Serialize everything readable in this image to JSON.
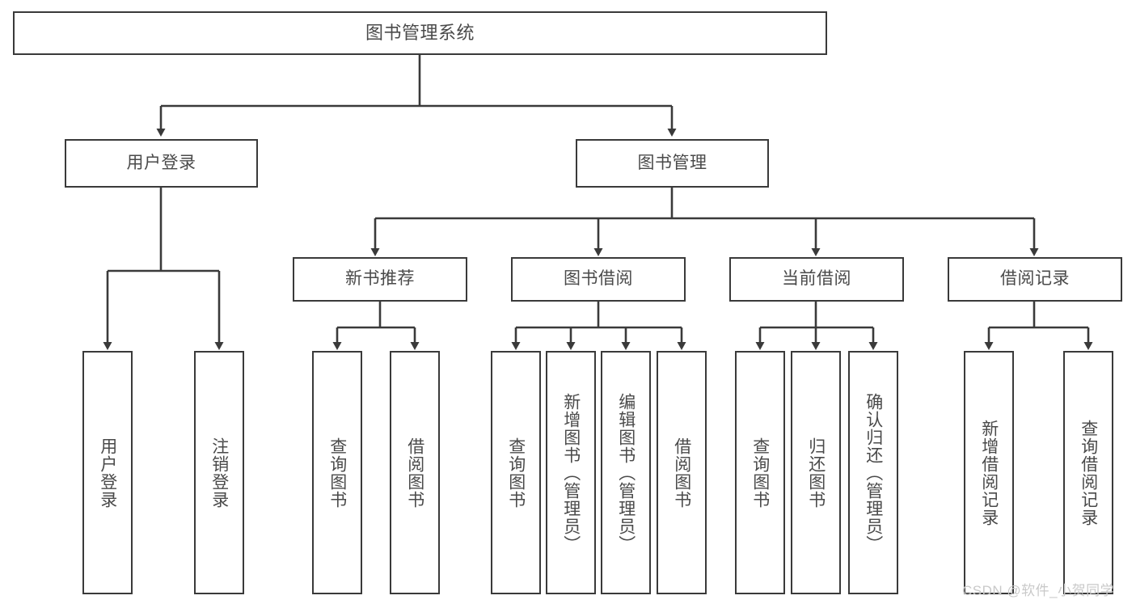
{
  "diagram": {
    "title": "图书管理系统",
    "type": "tree-hierarchy-chart",
    "root": {
      "label": "图书管理系统"
    },
    "level2": [
      {
        "label": "用户登录"
      },
      {
        "label": "图书管理"
      }
    ],
    "level3": [
      {
        "label": "新书推荐"
      },
      {
        "label": "图书借阅"
      },
      {
        "label": "当前借阅"
      },
      {
        "label": "借阅记录"
      }
    ],
    "leaves_user_login": [
      {
        "label": "用户登录"
      },
      {
        "label": "注销登录"
      }
    ],
    "leaves_new_books": [
      {
        "label": "查询图书"
      },
      {
        "label": "借阅图书"
      }
    ],
    "leaves_borrow": [
      {
        "label": "查询图书"
      },
      {
        "label": "新增图书（管理员）"
      },
      {
        "label": "编辑图书（管理员）"
      },
      {
        "label": "借阅图书"
      }
    ],
    "leaves_current": [
      {
        "label": "查询图书"
      },
      {
        "label": "归还图书"
      },
      {
        "label": "确认归还（管理员）"
      }
    ],
    "leaves_records": [
      {
        "label": "新增借阅记录"
      },
      {
        "label": "查询借阅记录"
      }
    ]
  },
  "watermark": {
    "text": "CSDN @软件_小贺同学"
  },
  "colors": {
    "border": "#3a3a3a",
    "text": "#4a4a4a",
    "background": "#ffffff",
    "watermark": "#c9c9c9"
  }
}
